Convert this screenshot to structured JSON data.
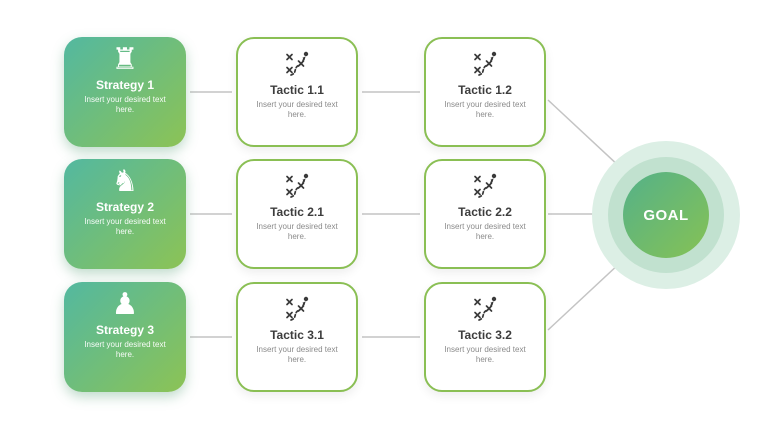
{
  "strategies": [
    {
      "title": "Strategy 1",
      "desc": "Insert your desired text here.",
      "icon": "chess-rook-icon",
      "glyph": "♜"
    },
    {
      "title": "Strategy 2",
      "desc": "Insert your desired text here.",
      "icon": "chess-knight-icon",
      "glyph": "♞"
    },
    {
      "title": "Strategy 3",
      "desc": "Insert your desired text here.",
      "icon": "chess-pawn-icon",
      "glyph": "♟"
    }
  ],
  "tactics": [
    [
      {
        "title": "Tactic 1.1",
        "desc": "Insert your desired text here."
      },
      {
        "title": "Tactic 1.2",
        "desc": "Insert your desired text here."
      }
    ],
    [
      {
        "title": "Tactic 2.1",
        "desc": "Insert your desired text here."
      },
      {
        "title": "Tactic 2.2",
        "desc": "Insert your desired text here."
      }
    ],
    [
      {
        "title": "Tactic 3.1",
        "desc": "Insert your desired text here."
      },
      {
        "title": "Tactic 3.2",
        "desc": "Insert your desired text here."
      }
    ]
  ],
  "tactics_icon": "strategy-playbook-icon",
  "goal": {
    "label": "GOAL"
  },
  "colors": {
    "card_gradient_start": "#53b8a0",
    "card_gradient_end": "#8cc355",
    "tactic_border": "#8abf54",
    "connector_line": "#c4c4c4",
    "goal_outer_ring": "#dcefe5",
    "goal_middle_ring": "#c1e1cf",
    "goal_center_start": "#54b189",
    "goal_center_end": "#86c254",
    "title_dark": "#3d3d3d",
    "desc_gray": "#8a8a8a"
  }
}
